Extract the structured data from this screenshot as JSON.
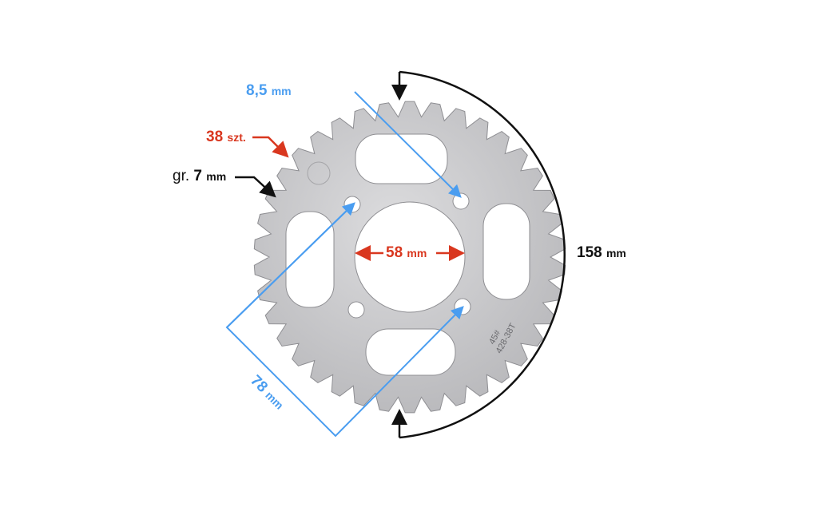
{
  "labels": {
    "hole_diameter": {
      "value": "8,5",
      "unit": "mm"
    },
    "teeth_count": {
      "value": "38",
      "unit": "szt."
    },
    "thickness": {
      "prefix": "gr.",
      "value": "7",
      "unit": "mm"
    },
    "center_hole": {
      "value": "58",
      "unit": "mm"
    },
    "outer_diameter": {
      "value": "158",
      "unit": "mm"
    },
    "bolt_circle": {
      "value": "78",
      "unit": "mm"
    }
  },
  "stamp": {
    "line1": "45#",
    "line2": "428-38T"
  },
  "colors": {
    "blue": "#4a9df0",
    "red": "#d9371f",
    "black": "#111111",
    "metal": "#c9c9cb"
  },
  "teeth": 38
}
